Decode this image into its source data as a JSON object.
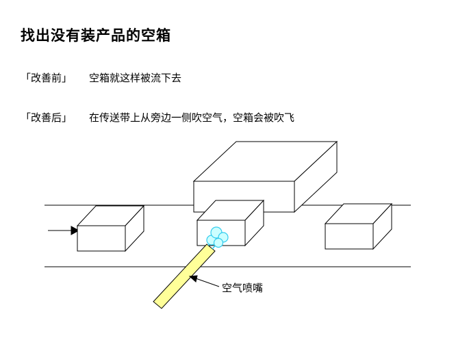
{
  "slide": {
    "title": "找出没有装产品的空箱",
    "before": {
      "label": "「改善前」",
      "text": "空箱就这样被流下去"
    },
    "after": {
      "label": "「改善后」",
      "text": "在传送带上从旁边一侧吹空气，空箱会被吹飞"
    }
  },
  "diagram": {
    "nozzle_label": "空气喷嘴",
    "colors": {
      "line": "#000000",
      "box_fill": "#ffffff",
      "nozzle_fill": "#ffff99",
      "air_fill": "#ccffff",
      "air_stroke": "#33ccee"
    }
  }
}
